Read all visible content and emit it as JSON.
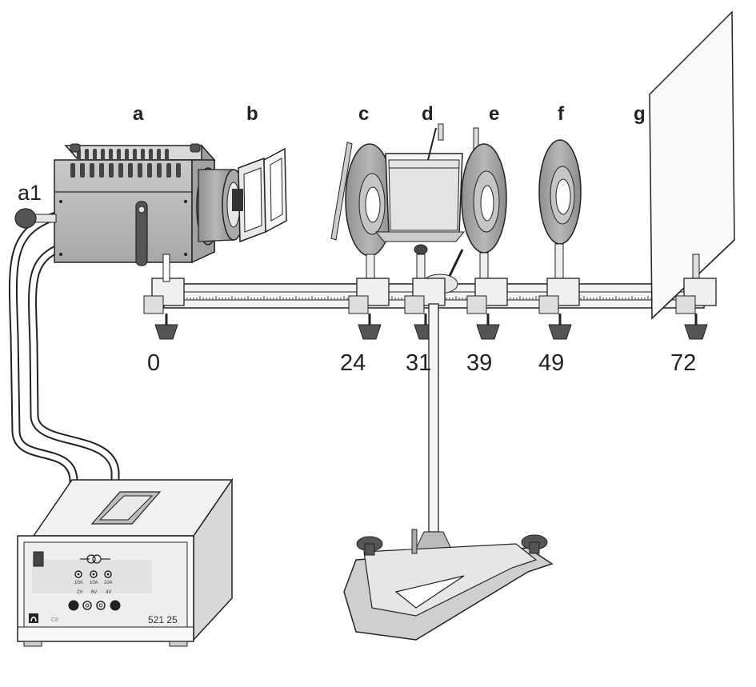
{
  "labels": {
    "a": "a",
    "b": "b",
    "c": "c",
    "d": "d",
    "e": "e",
    "f": "f",
    "g": "g",
    "a1": "a1"
  },
  "positions": [
    "0",
    "24",
    "31",
    "39",
    "49",
    "72"
  ],
  "power_supply": {
    "model": "521 25",
    "ce_mark": "CE",
    "socket_ratings": [
      "10A",
      "10A",
      "10A"
    ],
    "voltages": [
      "2V",
      "6V",
      "4V"
    ]
  },
  "colors": {
    "body_gray": "#b5b5b5",
    "lens_gray": "#9a9a9a",
    "outline": "#222222",
    "cable": "#ffffff"
  },
  "icons": {
    "transformer": "transformer-symbol-icon",
    "manufacturer": "manufacturer-logo-icon"
  }
}
